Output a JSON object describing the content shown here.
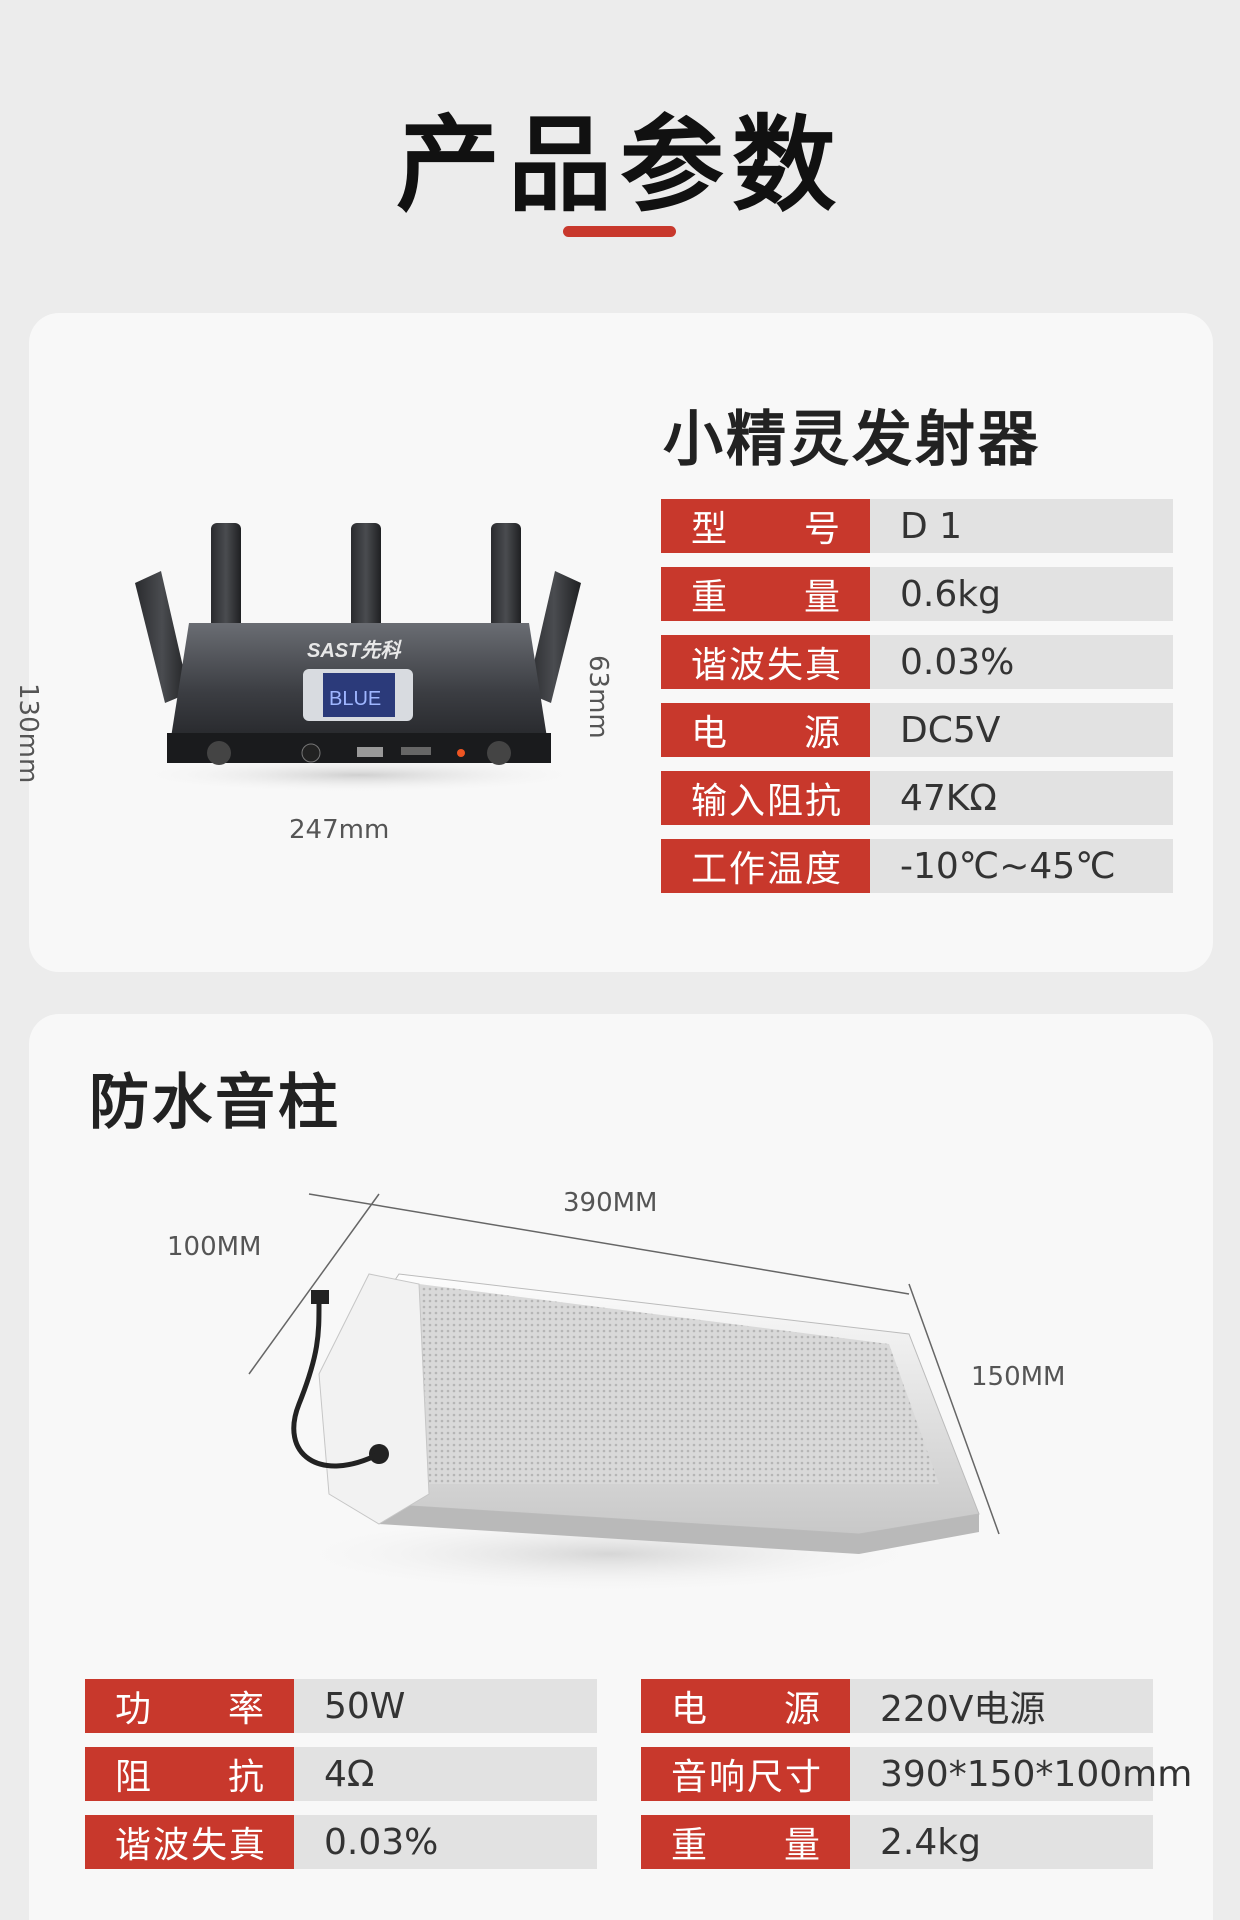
{
  "header": {
    "title": "产品参数"
  },
  "transmitter": {
    "title": "小精灵发射器",
    "brand_logo": "SAST先科",
    "screen_text": "BLUE",
    "dims": {
      "height": "130mm",
      "depth": "63mm",
      "width": "247mm"
    },
    "specs": [
      {
        "label": "型号",
        "spread": true,
        "value": "D 1"
      },
      {
        "label": "重量",
        "spread": true,
        "value": "0.6kg"
      },
      {
        "label": "谐波失真",
        "spread": false,
        "value": "0.03%"
      },
      {
        "label": "电源",
        "spread": true,
        "value": "DC5V"
      },
      {
        "label": "输入阻抗",
        "spread": false,
        "value": "47KΩ"
      },
      {
        "label": "工作温度",
        "spread": false,
        "value": "-10℃~45℃"
      }
    ]
  },
  "speaker": {
    "title": "防水音柱",
    "dims": {
      "length": "390MM",
      "depth": "100MM",
      "height": "150MM"
    },
    "specs_left": [
      {
        "label": "功率",
        "spread": true,
        "value": "50W"
      },
      {
        "label": "阻抗",
        "spread": true,
        "value": "4Ω"
      },
      {
        "label": "谐波失真",
        "spread": false,
        "value": "0.03%"
      }
    ],
    "specs_right": [
      {
        "label": "电源",
        "spread": true,
        "value": "220V电源"
      },
      {
        "label": "音响尺寸",
        "spread": false,
        "value": "390*150*100mm"
      },
      {
        "label": "重量",
        "spread": true,
        "value": "2.4kg"
      }
    ]
  },
  "colors": {
    "accent": "#c8382c",
    "value_bg": "#e2e2e2",
    "card_bg": "#f8f8f8",
    "page_bg": "#ececec"
  }
}
